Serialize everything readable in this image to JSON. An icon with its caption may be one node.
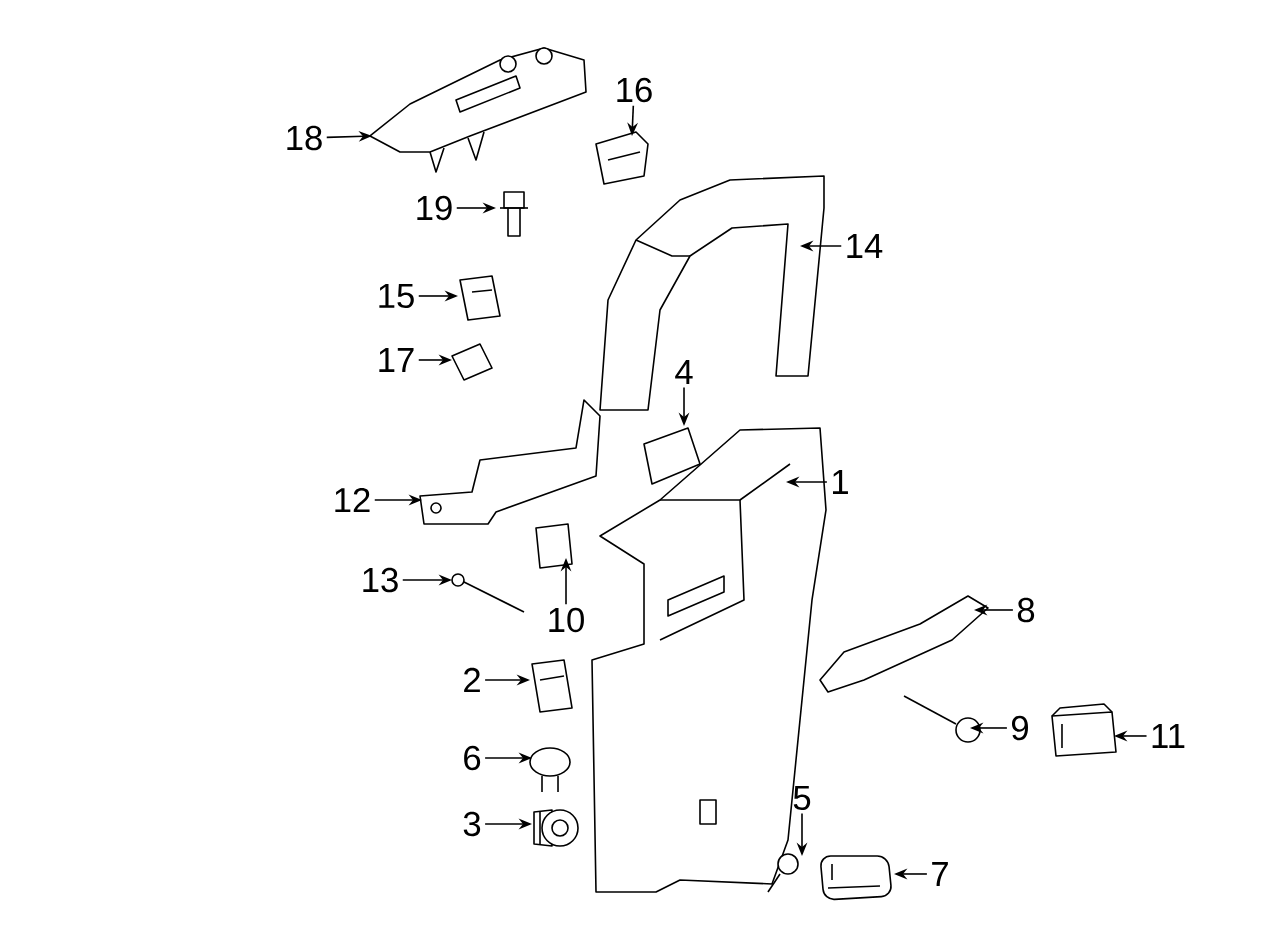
{
  "diagram": {
    "nodes": [
      {
        "text": [
          "16"
        ]
      },
      {
        "text": [
          "18"
        ]
      },
      {
        "text": [
          "19"
        ]
      },
      {
        "text": [
          "14"
        ]
      },
      {
        "text": [
          "15"
        ]
      },
      {
        "text": [
          "17"
        ]
      },
      {
        "text": [
          "4"
        ]
      },
      {
        "text": [
          "1"
        ]
      },
      {
        "text": [
          "12"
        ]
      },
      {
        "text": [
          "13"
        ]
      },
      {
        "text": [
          "8"
        ]
      },
      {
        "text": [
          "10"
        ]
      },
      {
        "text": [
          "2"
        ]
      },
      {
        "text": [
          "9"
        ]
      },
      {
        "text": [
          "11"
        ]
      },
      {
        "text": [
          "6"
        ]
      },
      {
        "text": [
          "5"
        ]
      },
      {
        "text": [
          "3"
        ]
      },
      {
        "text": [
          "7"
        ]
      },
      {
        "text": [],
        "shape": "picture"
      },
      {
        "text": [],
        "shape": "picture"
      },
      {
        "text": [],
        "shape": "picture"
      },
      {
        "text": [],
        "shape": "picture"
      },
      {
        "text": [],
        "shape": "picture"
      },
      {
        "text": [],
        "shape": "picture"
      },
      {
        "text": [],
        "shape": "picture"
      },
      {
        "text": [],
        "shape": "picture"
      },
      {
        "text": [],
        "shape": "picture"
      },
      {
        "text": [],
        "shape": "picture"
      },
      {
        "text": [],
        "shape": "picture"
      },
      {
        "text": [],
        "shape": "picture"
      },
      {
        "text": [],
        "shape": "picture"
      },
      {
        "text": [],
        "shape": "picture"
      },
      {
        "text": [],
        "shape": "picture"
      },
      {
        "text": [],
        "shape": "picture"
      },
      {
        "text": [],
        "shape": "picture"
      },
      {
        "text": [],
        "shape": "picture"
      },
      {
        "text": [],
        "shape": "picture"
      }
    ],
    "edges": [
      {
        "from": 0,
        "to": 19,
        "arrow": "to"
      },
      {
        "from": 1,
        "to": 20,
        "arrow": "to"
      },
      {
        "from": 2,
        "to": 21,
        "arrow": "to"
      },
      {
        "from": 3,
        "to": 22,
        "arrow": "to"
      },
      {
        "from": 4,
        "to": 23,
        "arrow": "to"
      },
      {
        "from": 5,
        "to": 24,
        "arrow": "to"
      },
      {
        "from": 6,
        "to": 25,
        "arrow": "to"
      },
      {
        "from": 7,
        "to": 26,
        "arrow": "to"
      },
      {
        "from": 8,
        "to": 27,
        "arrow": "to"
      },
      {
        "from": 9,
        "to": 28,
        "arrow": "to"
      },
      {
        "from": 10,
        "to": 29,
        "arrow": "to"
      },
      {
        "from": 11,
        "to": 30,
        "arrow": "to"
      },
      {
        "from": 12,
        "to": 31,
        "arrow": "to"
      },
      {
        "from": 13,
        "to": 32,
        "arrow": "to"
      },
      {
        "from": 14,
        "to": 33,
        "arrow": "to"
      },
      {
        "from": 15,
        "to": 34,
        "arrow": "to"
      },
      {
        "from": 16,
        "to": 35,
        "arrow": "to"
      },
      {
        "from": 17,
        "to": 36,
        "arrow": "to"
      },
      {
        "from": 18,
        "to": 37,
        "arrow": "to"
      }
    ]
  }
}
